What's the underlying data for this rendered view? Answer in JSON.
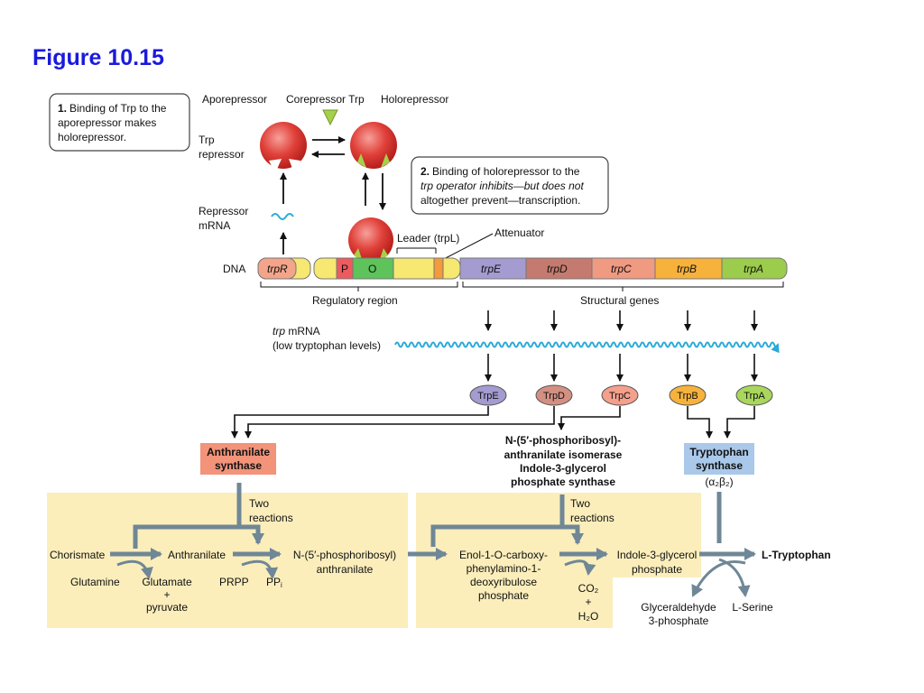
{
  "title": "Figure 10.15",
  "step1": {
    "number": "1.",
    "lines": [
      "Binding of Trp to the",
      "aporepressor makes",
      "holorepressor."
    ]
  },
  "step2": {
    "number": "2.",
    "lines": [
      "Binding of holorepressor to the",
      "trp operator inhibits—but does not",
      "altogether prevent—transcription."
    ]
  },
  "repressor": {
    "aporepressor": "Aporepressor",
    "corepressor": "Corepressor Trp",
    "holorepressor": "Holorepressor",
    "trp_repressor_1": "Trp",
    "trp_repressor_2": "repressor",
    "mrna_1": "Repressor",
    "mrna_2": "mRNA"
  },
  "dna": {
    "label": "DNA",
    "trpR": "trpR",
    "P": "P",
    "O": "O",
    "leader": "Leader (trpL)",
    "attenuator": "Attenuator",
    "genes": [
      "trpE",
      "trpD",
      "trpC",
      "trpB",
      "trpA"
    ],
    "regulatory": "Regulatory region",
    "structural": "Structural genes"
  },
  "mrna": {
    "line1": "trp mRNA",
    "line2": "(low tryptophan levels)"
  },
  "proteins": [
    "TrpE",
    "TrpD",
    "TrpC",
    "TrpB",
    "TrpA"
  ],
  "enzymes": {
    "anthranilate_synthase": [
      "Anthranilate",
      "synthase"
    ],
    "isomerase": [
      "N-(5′-phosphoribosyl)-",
      "anthranilate isomerase",
      "Indole-3-glycerol",
      "phosphate synthase"
    ],
    "tryptophan_synthase": [
      "Tryptophan",
      "synthase",
      "(α₂β₂)"
    ]
  },
  "pathway": {
    "two_reactions_1": [
      "Two",
      "reactions"
    ],
    "two_reactions_2": [
      "Two",
      "reactions"
    ],
    "chorismate": "Chorismate",
    "glutamine": "Glutamine",
    "anthranilate": "Anthranilate",
    "glutamate": [
      "Glutamate",
      "+",
      "pyruvate"
    ],
    "prpp": "PRPP",
    "ppi": "PPi",
    "npra": [
      "N-(5′-phosphoribosyl)",
      "anthranilate"
    ],
    "enol": [
      "Enol-1-O-carboxy-",
      "phenylamino-1-",
      "deoxyribulose",
      "phosphate"
    ],
    "co2": [
      "CO₂",
      "+",
      "H₂O"
    ],
    "indole": [
      "Indole-3-glycerol",
      "phosphate"
    ],
    "tryptophan": "L-Tryptophan",
    "g3p": [
      "Glyceraldehyde",
      "3-phosphate"
    ],
    "serine": "L-Serine"
  },
  "colors": {
    "trpE": "#a49bd0",
    "trpD": "#c47a6e",
    "trpC": "#f09a82",
    "trpB": "#f7b23c",
    "trpA": "#9bcc4c",
    "mrna": "#2aaad8",
    "yellow_panel": "#fbeebb",
    "anthranilate_box": "#f2937a",
    "trypsyn_box": "#a9c8ea"
  }
}
